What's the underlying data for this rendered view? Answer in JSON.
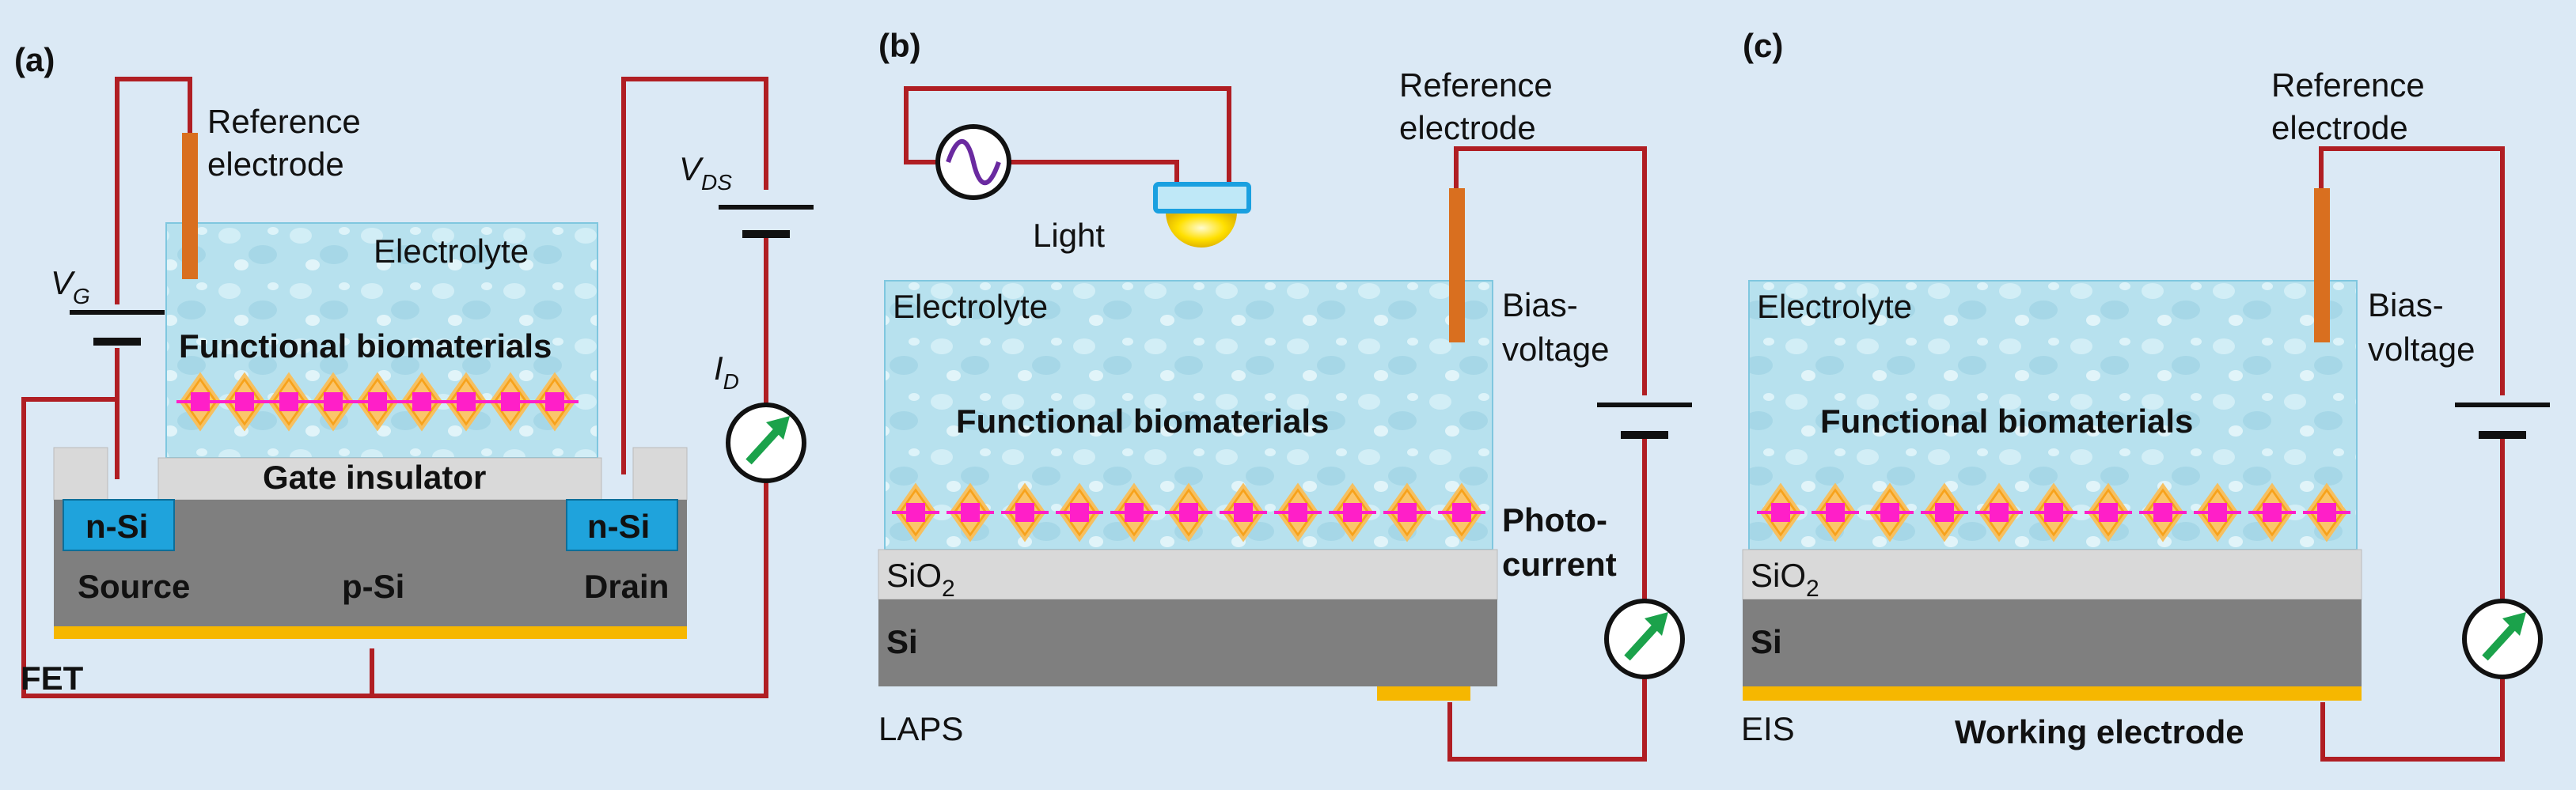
{
  "panels": {
    "a": {
      "tag": "(a)",
      "reference_electrode": [
        "Reference",
        "electrode"
      ],
      "electrolyte": "Electrolyte",
      "functional_biomaterials": "Functional biomaterials",
      "gate_insulator": "Gate insulator",
      "n_si_left": "n-Si",
      "n_si_right": "n-Si",
      "source": "Source",
      "p_si": "p-Si",
      "drain": "Drain",
      "device": "FET",
      "vg": {
        "main": "V",
        "sub": "G"
      },
      "vds": {
        "main": "V",
        "sub": "DS"
      },
      "id": {
        "main": "I",
        "sub": "D"
      }
    },
    "b": {
      "tag": "(b)",
      "light": "Light",
      "reference_electrode": [
        "Reference",
        "electrode"
      ],
      "electrolyte": "Electrolyte",
      "bias_voltage": [
        "Bias-",
        "voltage"
      ],
      "functional_biomaterials": "Functional biomaterials",
      "photocurrent": [
        "Photo-",
        "current"
      ],
      "sio2": {
        "main": "SiO",
        "sub": "2"
      },
      "si": "Si",
      "device": "LAPS"
    },
    "c": {
      "tag": "(c)",
      "reference_electrode": [
        "Reference",
        "electrode"
      ],
      "electrolyte": "Electrolyte",
      "bias_voltage": [
        "Bias-",
        "voltage"
      ],
      "functional_biomaterials": "Functional biomaterials",
      "sio2": {
        "main": "SiO",
        "sub": "2"
      },
      "si": "Si",
      "device": "EIS",
      "working_electrode": "Working electrode"
    }
  },
  "colors": {
    "background": "#dbe9f5",
    "wire": "#b01e23",
    "electrolyte": "#b7e1ee",
    "reference_electrode": "#d96f1f",
    "oxide": "#d9d9d9",
    "silicon": "#7f7f7f",
    "n_si": "#1fa3dc",
    "contact": "#f6b700",
    "biomaterial_outer": "#f7a21b",
    "biomaterial_core": "#ff1fc8",
    "ammeter_arrow": "#1ba24b",
    "light_glow": "#ffe000"
  },
  "icons": [
    "ac-source-icon",
    "light-source-icon",
    "battery-icon",
    "ammeter-icon"
  ]
}
